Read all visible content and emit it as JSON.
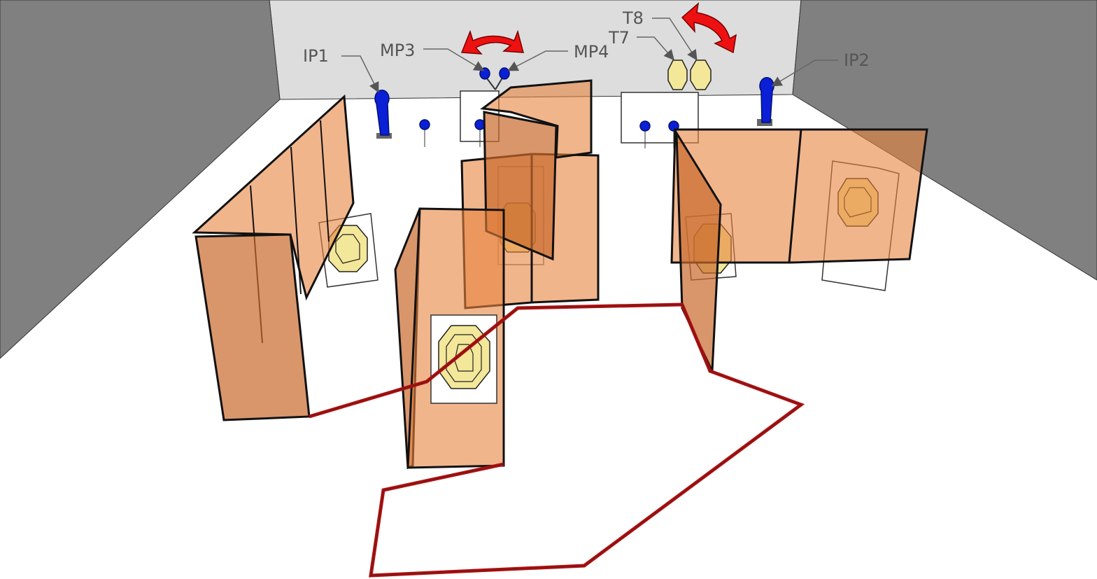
{
  "labels": {
    "ip1": "IP1",
    "mp3": "MP3",
    "mp4": "MP4",
    "t7": "T7",
    "t8": "T8",
    "ip2": "IP2"
  },
  "colors": {
    "wall": "#808080",
    "back_wall": "#dddddd",
    "panel": "#e8843f",
    "fault_line": "#b01010",
    "popper": "#0a1fd6",
    "target": "#f3e79a",
    "arrow": "#ee1111"
  }
}
